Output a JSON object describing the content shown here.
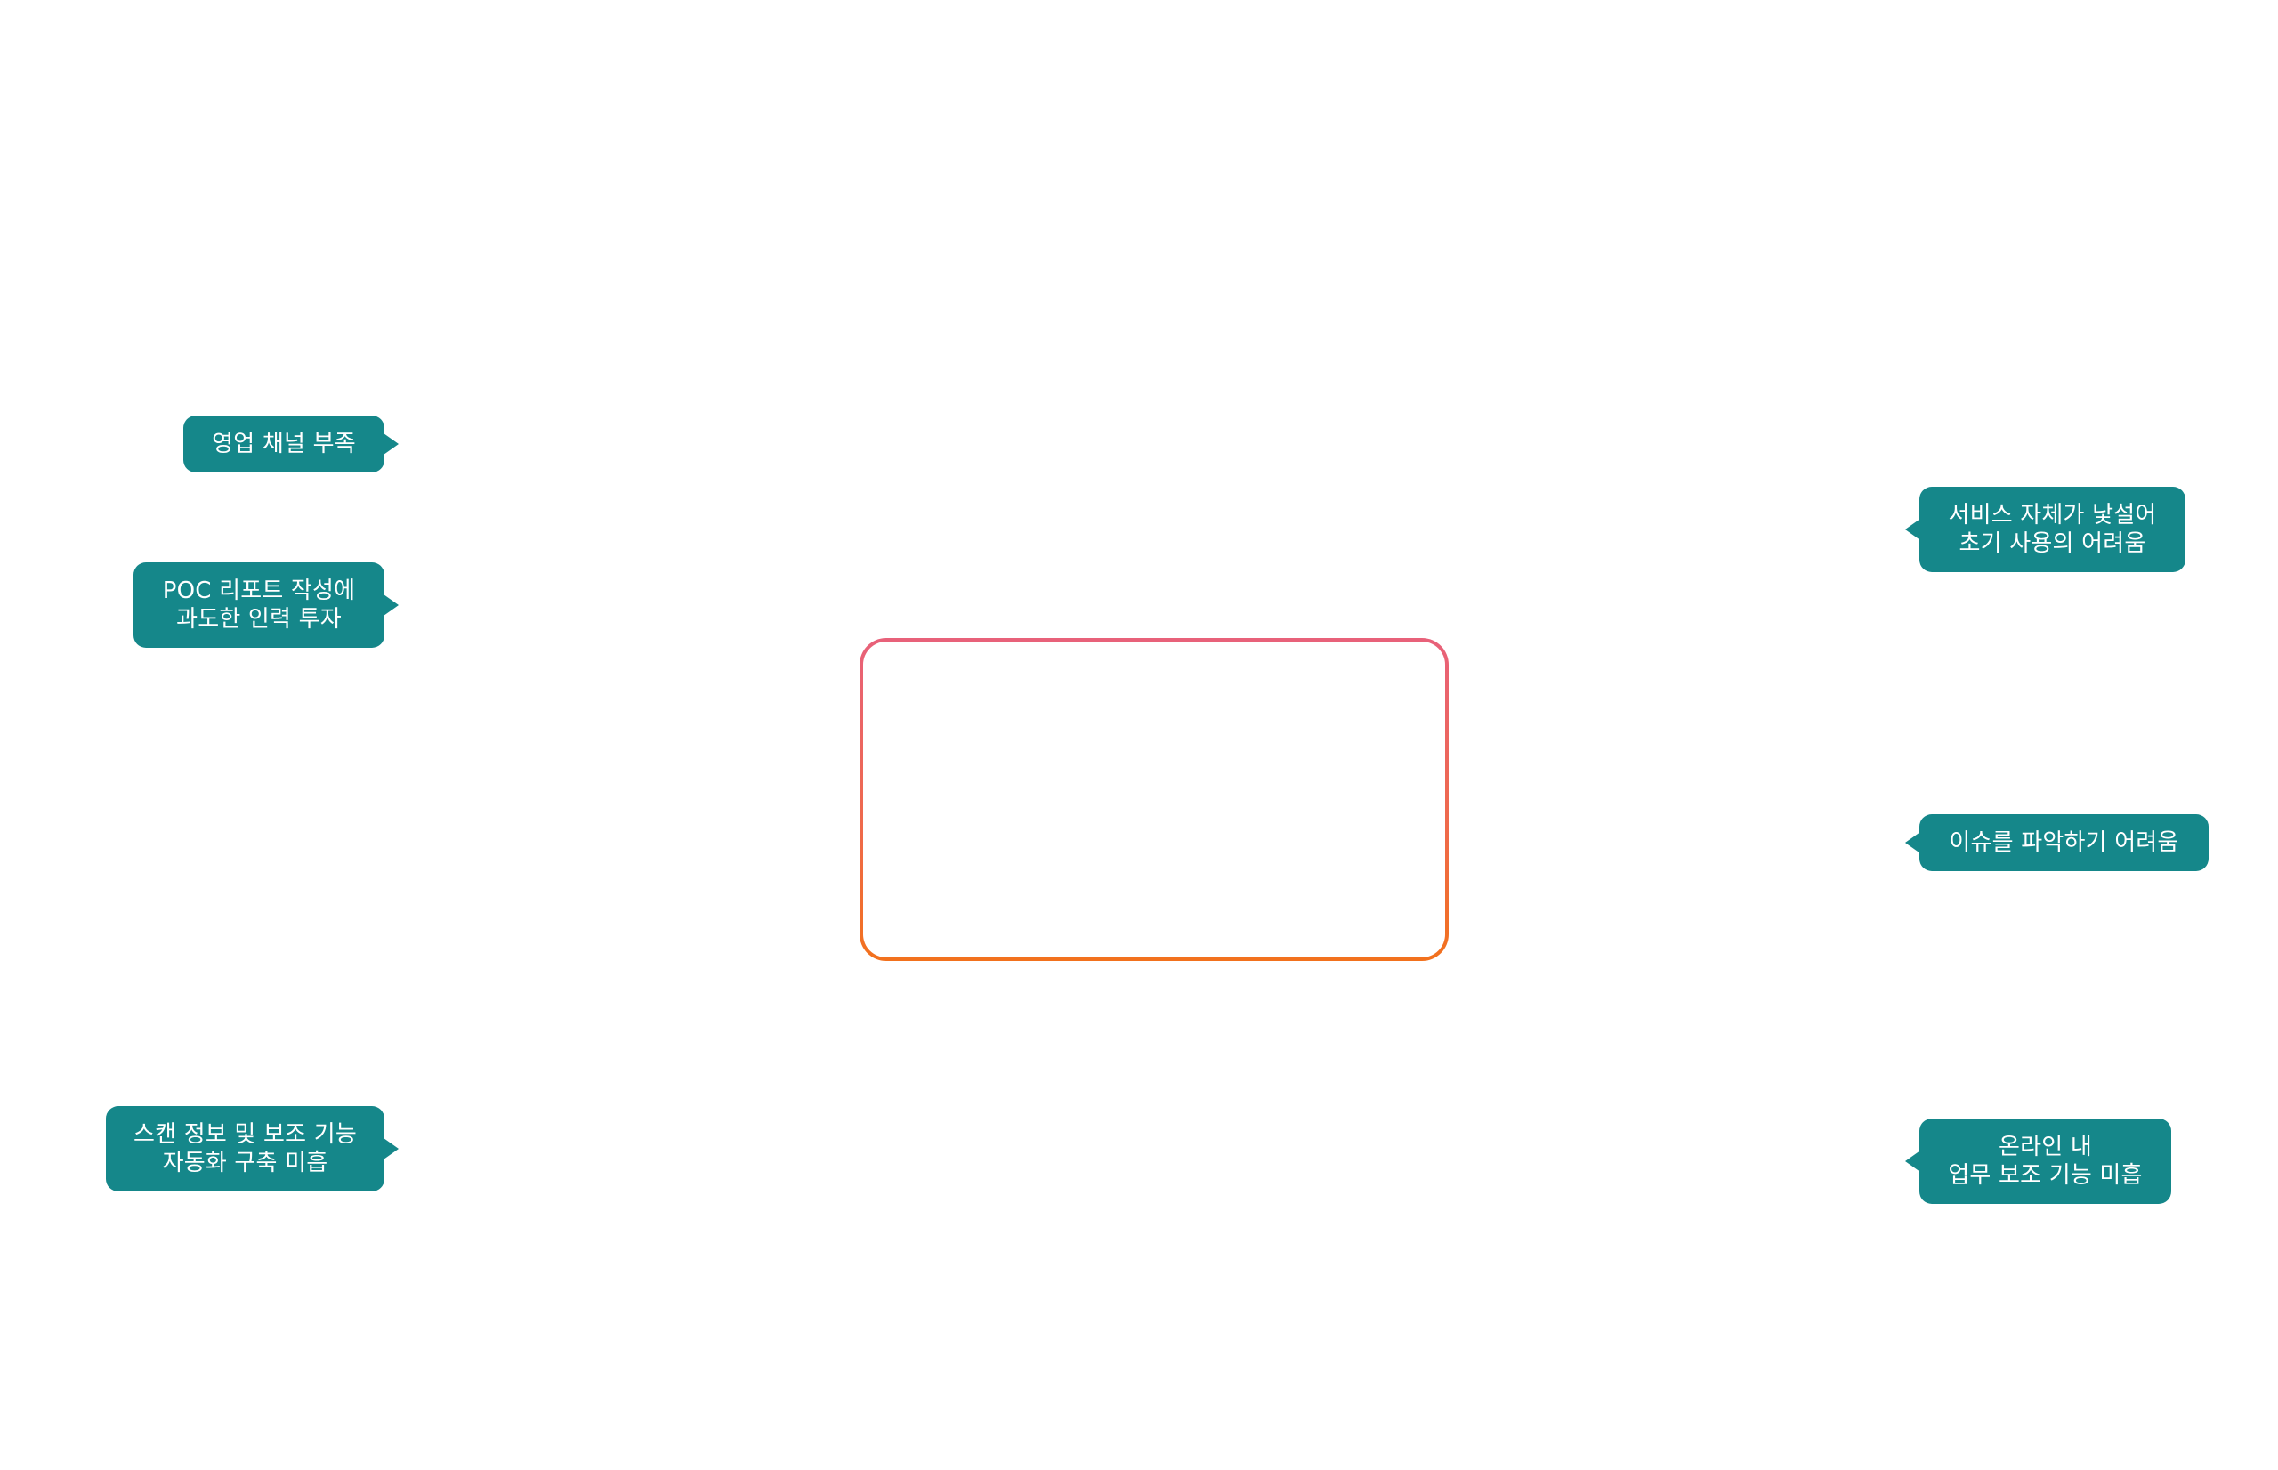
{
  "diagram": {
    "left_bubbles": [
      {
        "text": "영업 채널 부족"
      },
      {
        "text": "POC 리포트 작성에\n과도한 인력 투자"
      },
      {
        "text": "스캔 정보 및 보조 기능\n자동화 구축 미흡"
      }
    ],
    "right_bubbles": [
      {
        "text": "서비스 자체가 낯설어\n초기 사용의 어려움"
      },
      {
        "text": "이슈를 파악하기 어려움"
      },
      {
        "text": "온라인 내\n업무 보조 기능 미흡"
      }
    ],
    "colors": {
      "bubble_fill": "#15878a",
      "bubble_text": "#ffffff",
      "center_border_top": "#e8617a",
      "center_border_bottom": "#f2711d",
      "background": "#ffffff"
    }
  }
}
